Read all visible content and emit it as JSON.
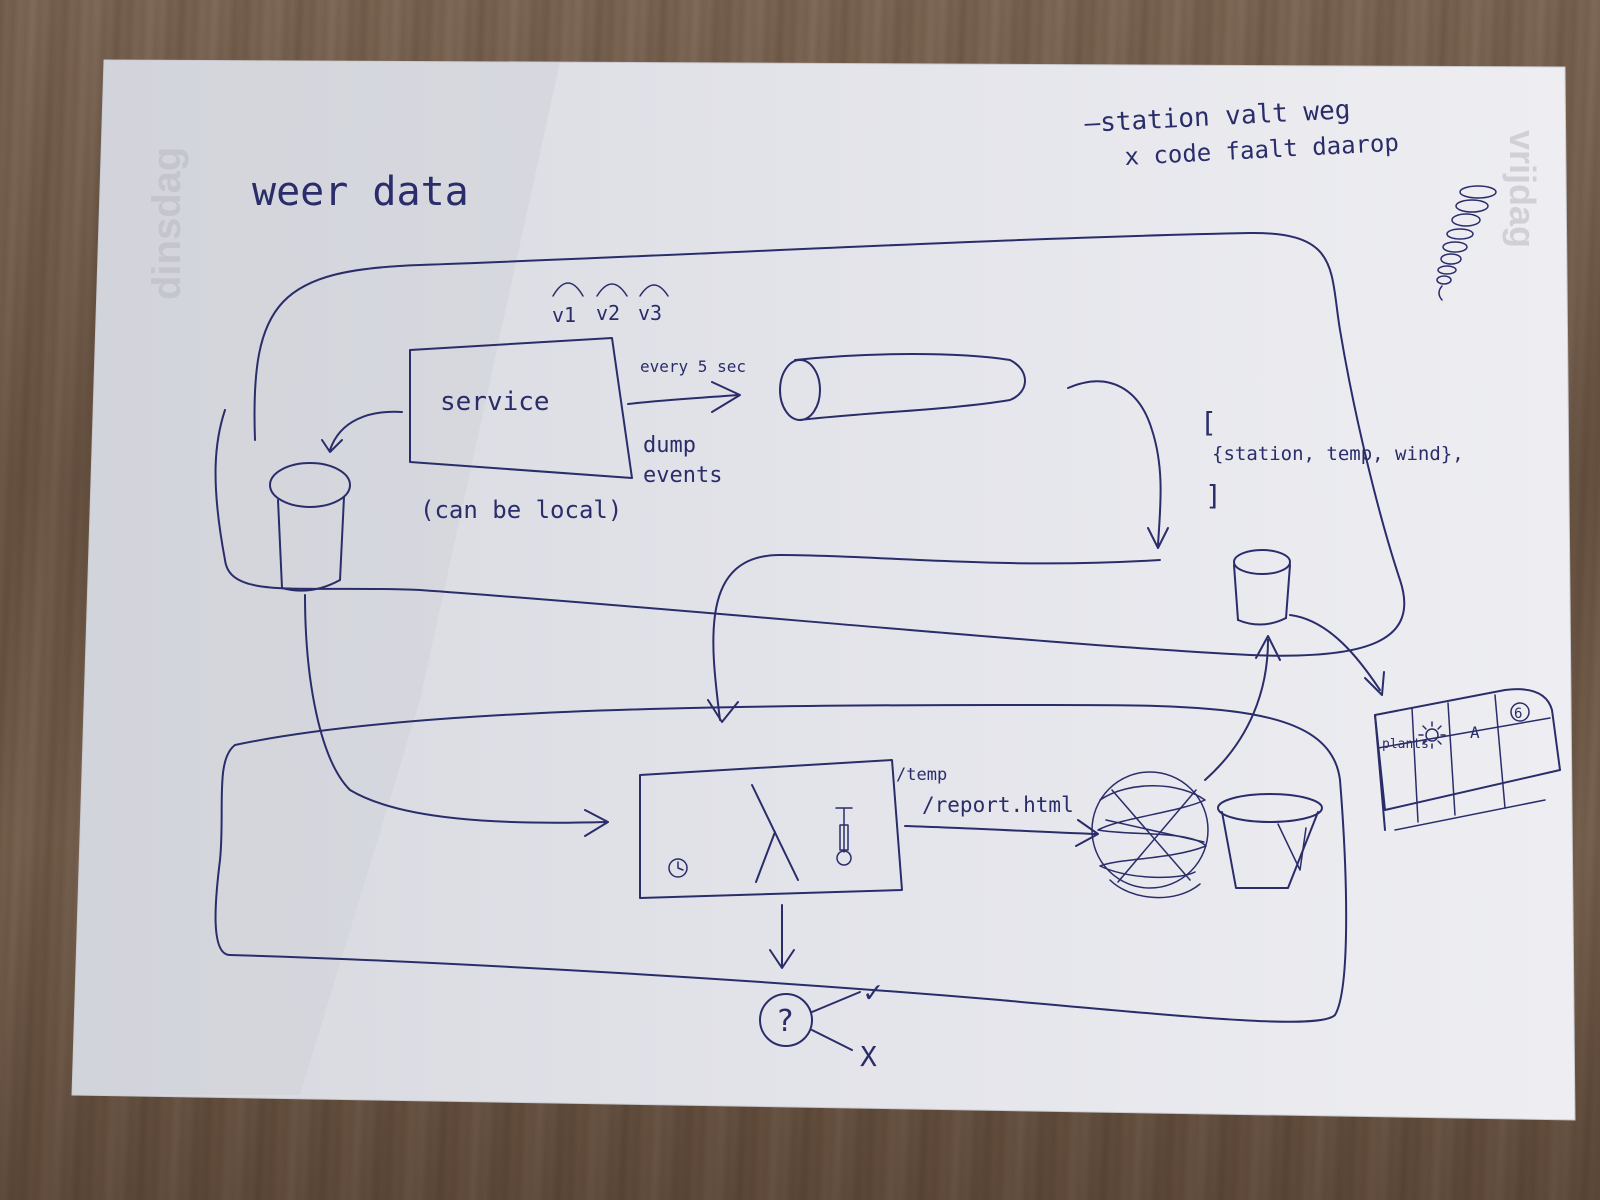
{
  "colors": {
    "paper": "#eeeef1",
    "ink": "#2a2d6a",
    "wood": "#6f5a48"
  },
  "title": "weer data",
  "notes": {
    "line1": "—station valt weg",
    "line2": "x code faalt daarop"
  },
  "service": {
    "label": "service",
    "note": "(can be local)",
    "versions": [
      "v1",
      "v2",
      "v3"
    ]
  },
  "arrow_labels": {
    "frequency": "every 5 sec",
    "dump_line1": "dump",
    "dump_line2": "events"
  },
  "record": {
    "open": "[",
    "fields": "{station, temp, wind},",
    "close": "]"
  },
  "report": {
    "path_line1": "/temp",
    "path_line2": "/report.html"
  },
  "table": {
    "first_cell": "plants",
    "cell_a": "A",
    "cell_b": "6"
  },
  "decision": {
    "symbol": "?",
    "yes": "✓",
    "no": "X"
  },
  "ghost_text": {
    "left": "dinsdag",
    "right": "vrijdag"
  },
  "icons": [
    "cylinder-icon",
    "pipe-icon",
    "clock-icon",
    "lambda-icon",
    "thermometer-icon",
    "sun-icon",
    "globe-icon",
    "bucket-icon",
    "tornado-icon"
  ]
}
